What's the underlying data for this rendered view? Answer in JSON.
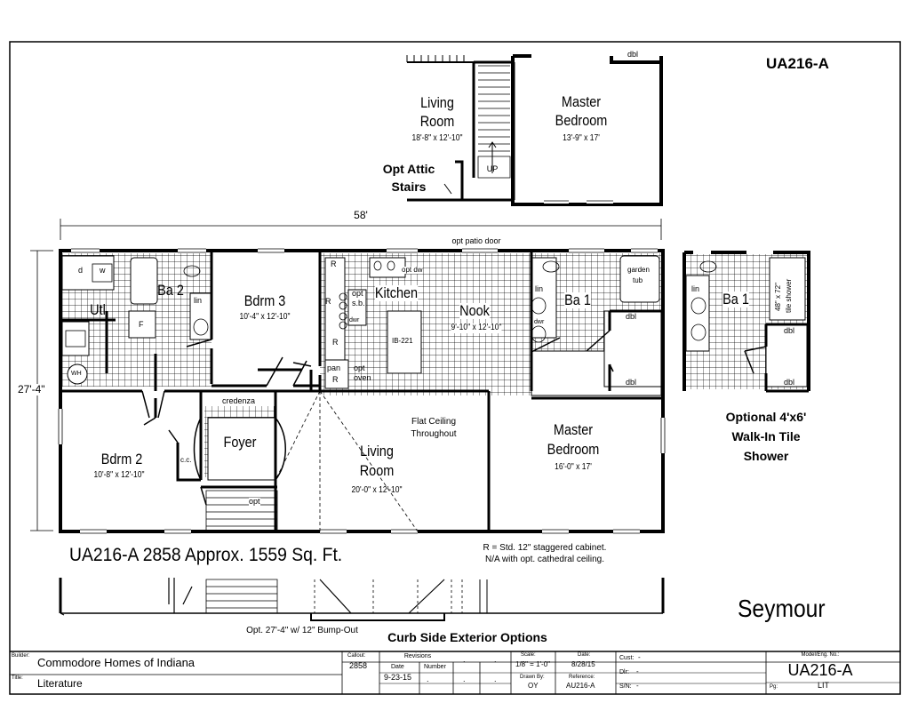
{
  "plan_id": "UA216-A",
  "model_name": "Seymour",
  "headline": "UA216-A 2858  Approx. 1559 Sq. Ft.",
  "overall_width": "58'",
  "overall_depth": "27'-4\"",
  "patio_note": "opt patio door",
  "legend": [
    "R = Std. 12\" staggered cabinet.",
    "N/A with opt. cathedral ceiling."
  ],
  "upper_inset": {
    "living_room": {
      "name": [
        "Living",
        "Room"
      ],
      "dim": "18'-8\" x 12'-10\""
    },
    "master_bedroom": {
      "name": [
        "Master",
        "Bedroom"
      ],
      "dim": "13'-9\" x 17'"
    },
    "attic_label": [
      "Opt Attic",
      "Stairs"
    ],
    "up_label": "UP",
    "dbl_label": "dbl"
  },
  "rooms": {
    "utl": "Utl",
    "ba2": "Ba 2",
    "bdrm3": {
      "name": "Bdrm 3",
      "dim": "10'-4\" x 12'-10\""
    },
    "kitchen": "Kitchen",
    "nook": {
      "name": "Nook",
      "dim": "9'-10\" x 12'-10\""
    },
    "ba1": "Ba 1",
    "bdrm2": {
      "name": "Bdrm 2",
      "dim": "10'-8\" x 12'-10\""
    },
    "foyer": "Foyer",
    "living": {
      "name": [
        "Living",
        "Room"
      ],
      "dim": "20'-0\" x 12'-10\""
    },
    "master": {
      "name": [
        "Master",
        "Bedroom"
      ],
      "dim": "16'-0\" x 17'"
    }
  },
  "fixture_labels": {
    "d": "d",
    "w": "w",
    "f": "F",
    "wh": "WH",
    "lin": "lin",
    "cc": "c.c.",
    "r": "R",
    "opt_dw": "opt dw",
    "opt_sb": [
      "opt",
      "s.b."
    ],
    "dwr": "dwr",
    "pan": "pan",
    "opt_oven": [
      "opt",
      "oven"
    ],
    "ib": "IB-221",
    "garden_tub": [
      "garden",
      "tub"
    ],
    "dbl": "dbl",
    "credenza": "credenza",
    "opt": "opt"
  },
  "flat_ceiling": [
    "Flat Ceiling",
    "Throughout"
  ],
  "shower_inset": {
    "ba1": "Ba 1",
    "lin": "lin",
    "tile_shower": [
      "48\" x 72\"",
      "tile shower"
    ],
    "caption": [
      "Optional 4'x6'",
      "Walk-In Tile",
      "Shower"
    ],
    "dbl": "dbl"
  },
  "exterior": {
    "bumpout": "Opt. 27'-4\" w/ 12\" Bump-Out",
    "title": "Curb Side Exterior Options"
  },
  "title_block": {
    "builder_label": "Builder:",
    "builder": "Commodore Homes of Indiana",
    "title_label": "Title:",
    "title": "Literature",
    "callout_label": "Callout:",
    "callout": "2858",
    "revisions_label": "Revisions",
    "date_label": "Date",
    "number_label": "Number",
    "revision_date": "9-23-15",
    "scale_label": "Scale:",
    "scale": "1/8\" = 1'-0\"",
    "drawn_label": "Drawn By:",
    "drawn": "OY",
    "date2_label": "Date:",
    "date2": "8/28/15",
    "reference_label": "Reference:",
    "reference": "AU216-A",
    "cust_label": "Cust:",
    "cust": "-",
    "dlr_label": "Dlr:",
    "dlr": "-",
    "sn_label": "S/N:",
    "sn": "-",
    "model_label": "Model/Eng. No.:",
    "model": "UA216-A",
    "pg_label": "Pg:",
    "pg": "LIT",
    "dot": "."
  }
}
